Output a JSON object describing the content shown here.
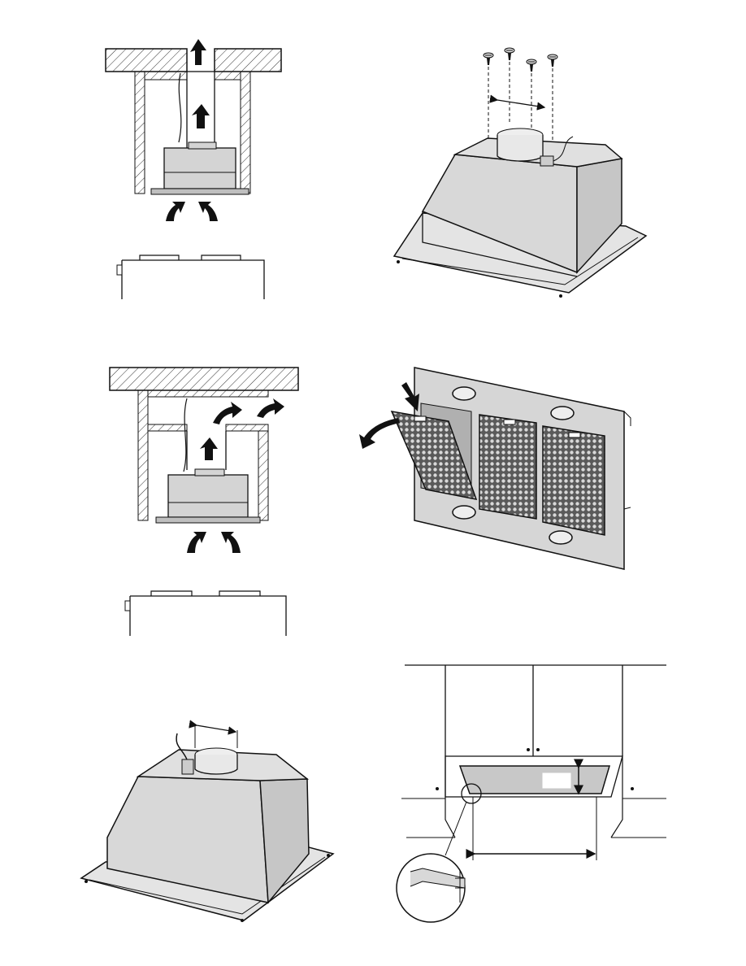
{
  "page": {
    "background": "#ffffff",
    "ink": "#1a1a1a",
    "metal": "#d9d9d9",
    "metal_dark": "#b8b8b8",
    "filter_mesh": "#7a7a7a"
  },
  "figures": [
    {
      "id": "duct-out-section",
      "icon": "extraction-airflow-diagram"
    },
    {
      "id": "duct-out-side",
      "icon": "hood-side-outline"
    },
    {
      "id": "screw-mount",
      "icon": "hood-screw-mounting"
    },
    {
      "id": "recirc-section",
      "icon": "recirculation-airflow-diagram"
    },
    {
      "id": "recirc-side",
      "icon": "hood-side-outline"
    },
    {
      "id": "filter-panel",
      "icon": "grease-filter-removal"
    },
    {
      "id": "hood-collar",
      "icon": "hood-outlet-collar"
    },
    {
      "id": "cabinet-cutout",
      "icon": "cabinet-cutout-dimensions"
    }
  ]
}
